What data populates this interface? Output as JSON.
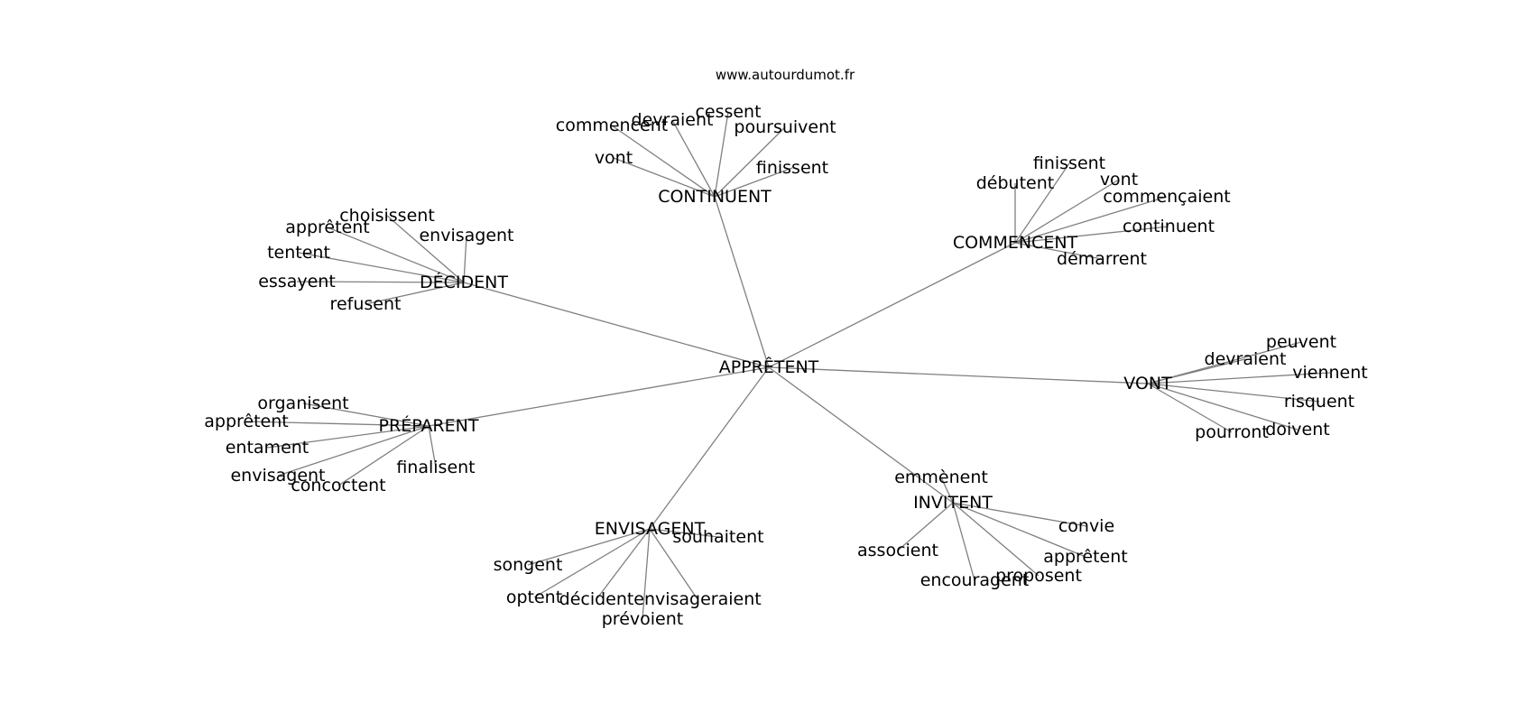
{
  "source_label": "www.autourdumot.fr",
  "graph": {
    "center": "APPRÊTENT",
    "clusters": [
      {
        "hub": "CONTINUENT",
        "leaves": [
          "commencent",
          "devraient",
          "cessent",
          "poursuivent",
          "vont",
          "finissent"
        ]
      },
      {
        "hub": "COMMENCENT",
        "leaves": [
          "finissent",
          "débutent",
          "vont",
          "commençaient",
          "continuent",
          "démarrent"
        ]
      },
      {
        "hub": "DÉCIDENT",
        "leaves": [
          "choisissent",
          "apprêtent",
          "envisagent",
          "tentent",
          "essayent",
          "refusent"
        ]
      },
      {
        "hub": "VONT",
        "leaves": [
          "peuvent",
          "devraient",
          "viennent",
          "risquent",
          "doivent",
          "pourront"
        ]
      },
      {
        "hub": "PRÉPARENT",
        "leaves": [
          "organisent",
          "apprêtent",
          "entament",
          "envisagent",
          "concoctent",
          "finalisent"
        ]
      },
      {
        "hub": "INVITENT",
        "leaves": [
          "emmènent",
          "convie",
          "associent",
          "apprêtent",
          "proposent",
          "encouragent"
        ]
      },
      {
        "hub": "ENVISAGENT",
        "leaves": [
          "souhaitent",
          "songent",
          "optent",
          "décident",
          "envisageraient",
          "prévoient"
        ]
      }
    ]
  }
}
